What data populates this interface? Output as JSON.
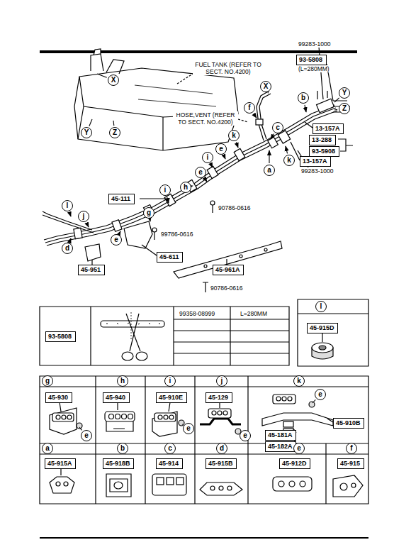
{
  "diagram": {
    "nodes": [
      {
        "text": [
          "X"
        ]
      },
      {
        "text": [
          "Y"
        ]
      },
      {
        "text": [
          "Z"
        ]
      },
      {
        "text": [
          "93-5808"
        ]
      },
      {
        "text": [
          "X"
        ]
      },
      {
        "text": [
          "b"
        ]
      },
      {
        "text": [
          "Y"
        ]
      },
      {
        "text": [
          "Z"
        ]
      },
      {
        "text": [
          "f"
        ]
      },
      {
        "text": [
          "c"
        ]
      },
      {
        "text": [
          "13-157A"
        ]
      },
      {
        "text": [
          "13-288"
        ]
      },
      {
        "text": [
          "93-5908"
        ]
      },
      {
        "text": [
          "13-157A"
        ]
      },
      {
        "text": [
          "k"
        ]
      },
      {
        "text": [
          "e"
        ]
      },
      {
        "text": [
          "k"
        ]
      },
      {
        "text": [
          "i"
        ]
      },
      {
        "text": [
          "a"
        ]
      },
      {
        "text": [
          "e"
        ]
      },
      {
        "text": [
          "h"
        ]
      },
      {
        "text": [
          "45-111"
        ]
      },
      {
        "text": [
          "i"
        ]
      },
      {
        "text": [
          "g"
        ]
      },
      {
        "text": [
          "l"
        ]
      },
      {
        "text": [
          "j"
        ]
      },
      {
        "text": [
          "e"
        ]
      },
      {
        "text": [
          "d"
        ]
      },
      {
        "text": [
          "45-611"
        ]
      },
      {
        "text": [
          "45-951"
        ]
      },
      {
        "text": [
          "45-961A"
        ]
      },
      {
        "text": [
          "93-5808"
        ]
      },
      {
        "text": [
          "l"
        ]
      },
      {
        "text": [
          "45-915D"
        ]
      },
      {
        "text": [
          "g"
        ]
      },
      {
        "text": [
          "45-930"
        ]
      },
      {
        "text": [
          "e"
        ]
      },
      {
        "text": [
          "h"
        ]
      },
      {
        "text": [
          "45-940"
        ]
      },
      {
        "text": [
          "i"
        ]
      },
      {
        "text": [
          "45-910E"
        ]
      },
      {
        "text": [
          "e"
        ]
      },
      {
        "text": [
          "j"
        ]
      },
      {
        "text": [
          "45-129"
        ]
      },
      {
        "text": [
          "e"
        ]
      },
      {
        "text": [
          "k"
        ]
      },
      {
        "text": [
          "e"
        ]
      },
      {
        "text": [
          "45-910B"
        ]
      },
      {
        "text": [
          "45-181A"
        ]
      },
      {
        "text": [
          "45-182A"
        ]
      },
      {
        "text": [
          "a"
        ]
      },
      {
        "text": [
          "45-915A"
        ]
      },
      {
        "text": [
          "b"
        ]
      },
      {
        "text": [
          "45-918B"
        ]
      },
      {
        "text": [
          "c"
        ]
      },
      {
        "text": [
          "45-914"
        ]
      },
      {
        "text": [
          "d"
        ]
      },
      {
        "text": [
          "45-915B"
        ]
      },
      {
        "text": [
          "e"
        ]
      },
      {
        "text": [
          "45-912D"
        ]
      },
      {
        "text": [
          "f"
        ]
      },
      {
        "text": [
          "45-915"
        ]
      }
    ],
    "labels": [
      "FUEL TANK (REFER TO SECT. NO.4200)",
      "HOSE,VENT (REFER TO SECT. NO.4200)",
      "99283-1000",
      "(L=280MM)",
      "99283-1000",
      "90786-0616",
      "99786-0616",
      "90786-0616",
      "99358-08999",
      "L=280MM"
    ]
  }
}
